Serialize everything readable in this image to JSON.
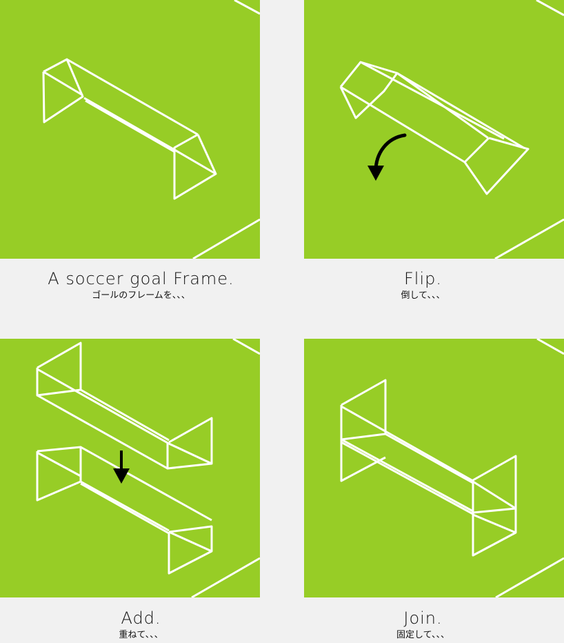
{
  "colors": {
    "background": "#f1f1f1",
    "field_green": "#97cd26",
    "line_white": "#ffffff",
    "arrow_black": "#000000"
  },
  "steps": [
    {
      "title": "A soccer goal Frame.",
      "subtitle": "ゴールのフレームを、、、",
      "illustration": "single-goal-frame"
    },
    {
      "title": "Flip.",
      "subtitle": "倒して、、、",
      "illustration": "flipped-goal-frame",
      "arrow": "curved-down-arrow"
    },
    {
      "title": "Add.",
      "subtitle": "重ねて、、、",
      "illustration": "stacked-goal-frames",
      "arrow": "down-arrow"
    },
    {
      "title": "Join.",
      "subtitle": "固定して、、、",
      "illustration": "joined-goal-frames"
    }
  ]
}
